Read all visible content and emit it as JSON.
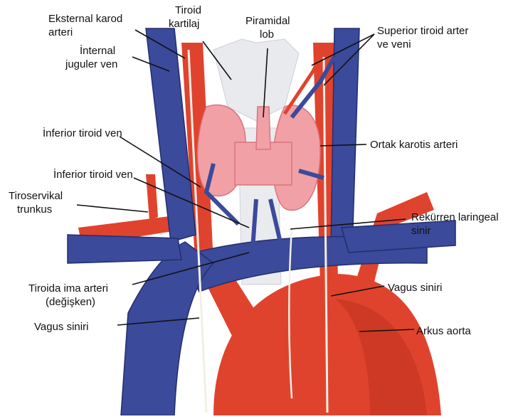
{
  "colors": {
    "artery": "#e0432d",
    "artery_dark": "#b82e1c",
    "vein": "#3b4a9a",
    "vein_dark": "#232e6e",
    "thyroid": "#f1a0a6",
    "thyroid_edge": "#d9747f",
    "cartilage": "#e6e8ec",
    "nerve": "#f3efe6",
    "background": "#ffffff"
  },
  "labels": {
    "external_carotid": [
      "Eksternal karod",
      "arteri"
    ],
    "thyroid_cartilage": [
      "Tiroid",
      "kartilaj"
    ],
    "pyramidal_lobe": [
      "Piramidal",
      "lob"
    ],
    "superior_thyroid": [
      "Superior tiroid arter",
      "ve veni"
    ],
    "internal_jugular": [
      "İnternal",
      "juguler ven"
    ],
    "inferior_thyroid_vein_1": [
      "İnferior tiroid ven"
    ],
    "common_carotid": [
      "Ortak karotis arteri"
    ],
    "inferior_thyroid_vein_2": [
      "İnferior tiroid ven"
    ],
    "thyrocervical": [
      "Tiroservikal",
      "trunkus"
    ],
    "recurrent_laryngeal": [
      "Rekürren laringeal",
      "sinir"
    ],
    "thyroid_ima": [
      "Tiroida ima arteri",
      "(değişken)"
    ],
    "vagus_right": [
      "Vagus siniri"
    ],
    "vagus_left": [
      "Vagus siniri"
    ],
    "aortic_arch": [
      "Arkus aorta"
    ]
  }
}
